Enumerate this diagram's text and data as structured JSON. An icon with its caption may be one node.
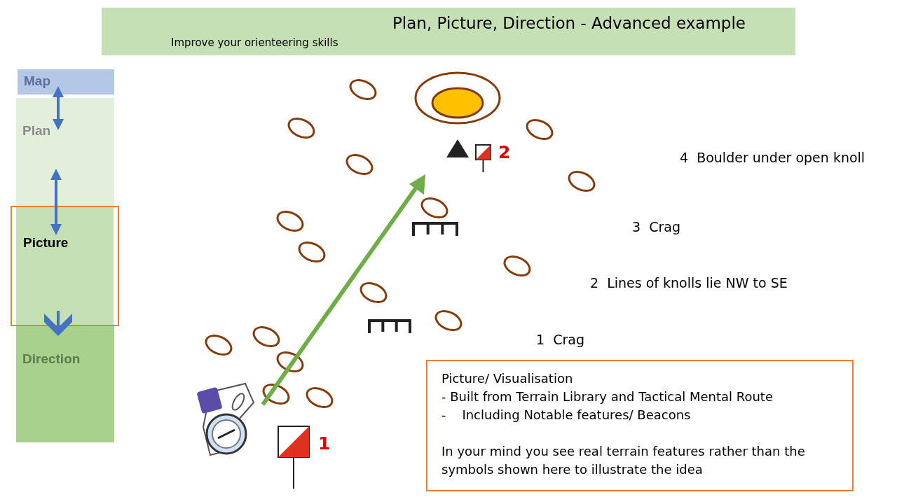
{
  "diagram": {
    "title": "Plan, Picture, Direction - Advanced example",
    "nodes": [
      {
        "text": [
          "Map"
        ]
      },
      {
        "text": [
          "Plan"
        ]
      },
      {
        "text": [
          "Picture"
        ]
      },
      {
        "text": [
          "Direction"
        ]
      },
      {
        "text": [
          "Picture/ Visualisation",
          "- Built from Terrain Library and Tactical Mental Route",
          "-    Including Notable features/ Beacons",
          "In your mind you see real terrain features rather than the symbols shown here to illustrate the idea"
        ]
      }
    ],
    "edges": [
      {
        "from": 0,
        "to": 1,
        "arrow": "both",
        "color": "#4472c4"
      },
      {
        "from": 1,
        "to": 2,
        "arrow": "both",
        "color": "#4472c4"
      },
      {
        "from": 2,
        "to": 3,
        "arrow": "to",
        "color": "#4472c4"
      }
    ],
    "labels": [
      "Improve your orienteering skills",
      "4  Boulder under open knoll",
      "3  Crag",
      "2  Lines of knolls lie NW to SE",
      "1  Crag",
      "2",
      "1"
    ]
  }
}
